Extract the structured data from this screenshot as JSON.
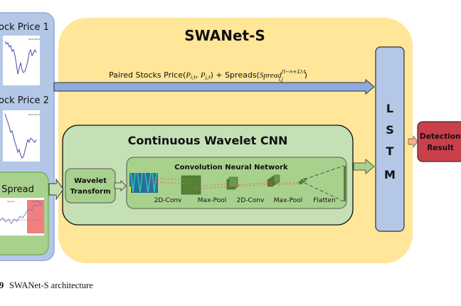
{
  "inputs": {
    "stock1_label": "ock Price 1",
    "stock2_label": "ock Price 2",
    "spread_label": "Spread",
    "chart_legend_price": "Stock Price",
    "spread_legend_a": "Spread",
    "spread_legend_b": "Anomaly"
  },
  "main": {
    "title": "SWANet-S",
    "paired_label_prefix": "Paired Stocks Price(",
    "paired_label_pi": "P",
    "paired_label_pi_sub": "i,t",
    "paired_label_sep": ", ",
    "paired_label_pj": "P",
    "paired_label_pj_sub": "j,t",
    "paired_label_mid": ") + Spreads(",
    "paired_label_spread": "Spread",
    "paired_label_sup": "(t−n+1):t",
    "paired_label_sub": "i,j",
    "paired_label_end": ")"
  },
  "cwcnn": {
    "title": "Continuous Wavelet CNN",
    "wavelet_line1": "Wavelet",
    "wavelet_line2": "Transform",
    "cnn_title": "Convolution Neural Network",
    "layers": [
      "2D-Conv",
      "Max-Pool",
      "2D-Conv",
      "Max-Pool",
      "Flatten"
    ]
  },
  "lstm": {
    "letters": [
      "L",
      "S",
      "T",
      "M"
    ]
  },
  "output": {
    "line1": "Detection",
    "line2": "Result"
  },
  "caption": {
    "number": "9",
    "text": "SWANet-S architecture"
  },
  "colors": {
    "input_panel": "#b4c7e7",
    "main_panel": "#ffe699",
    "green_panel": "#c5e0b4",
    "green_box": "#a9d18e",
    "lstm": "#b4c7e7",
    "detection": "#c9404b",
    "anomaly": "#f08080"
  }
}
